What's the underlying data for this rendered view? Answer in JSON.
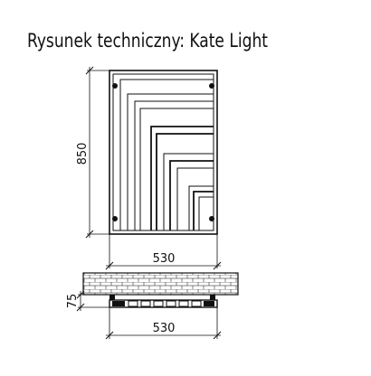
{
  "title": "Rysunek techniczny: Kate Light",
  "front_view": {
    "height_dimension": "850",
    "width_dimension": "530"
  },
  "top_view": {
    "depth_dimension": "75",
    "width_dimension": "530"
  }
}
